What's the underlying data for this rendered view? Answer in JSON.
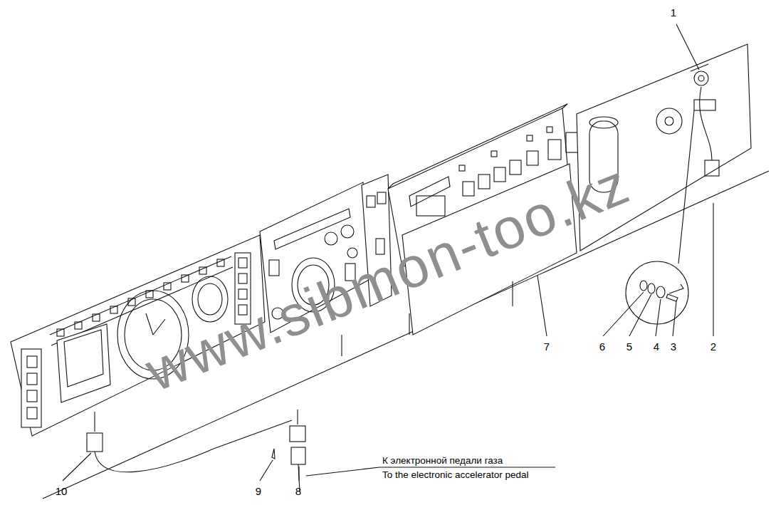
{
  "diagram": {
    "labels": [
      "1",
      "2",
      "3",
      "4",
      "5",
      "6",
      "7",
      "8",
      "9",
      "10",
      "К электронной педали газа",
      "To the electronic accelerator pedal",
      "www.sibmon-too.kz"
    ]
  }
}
